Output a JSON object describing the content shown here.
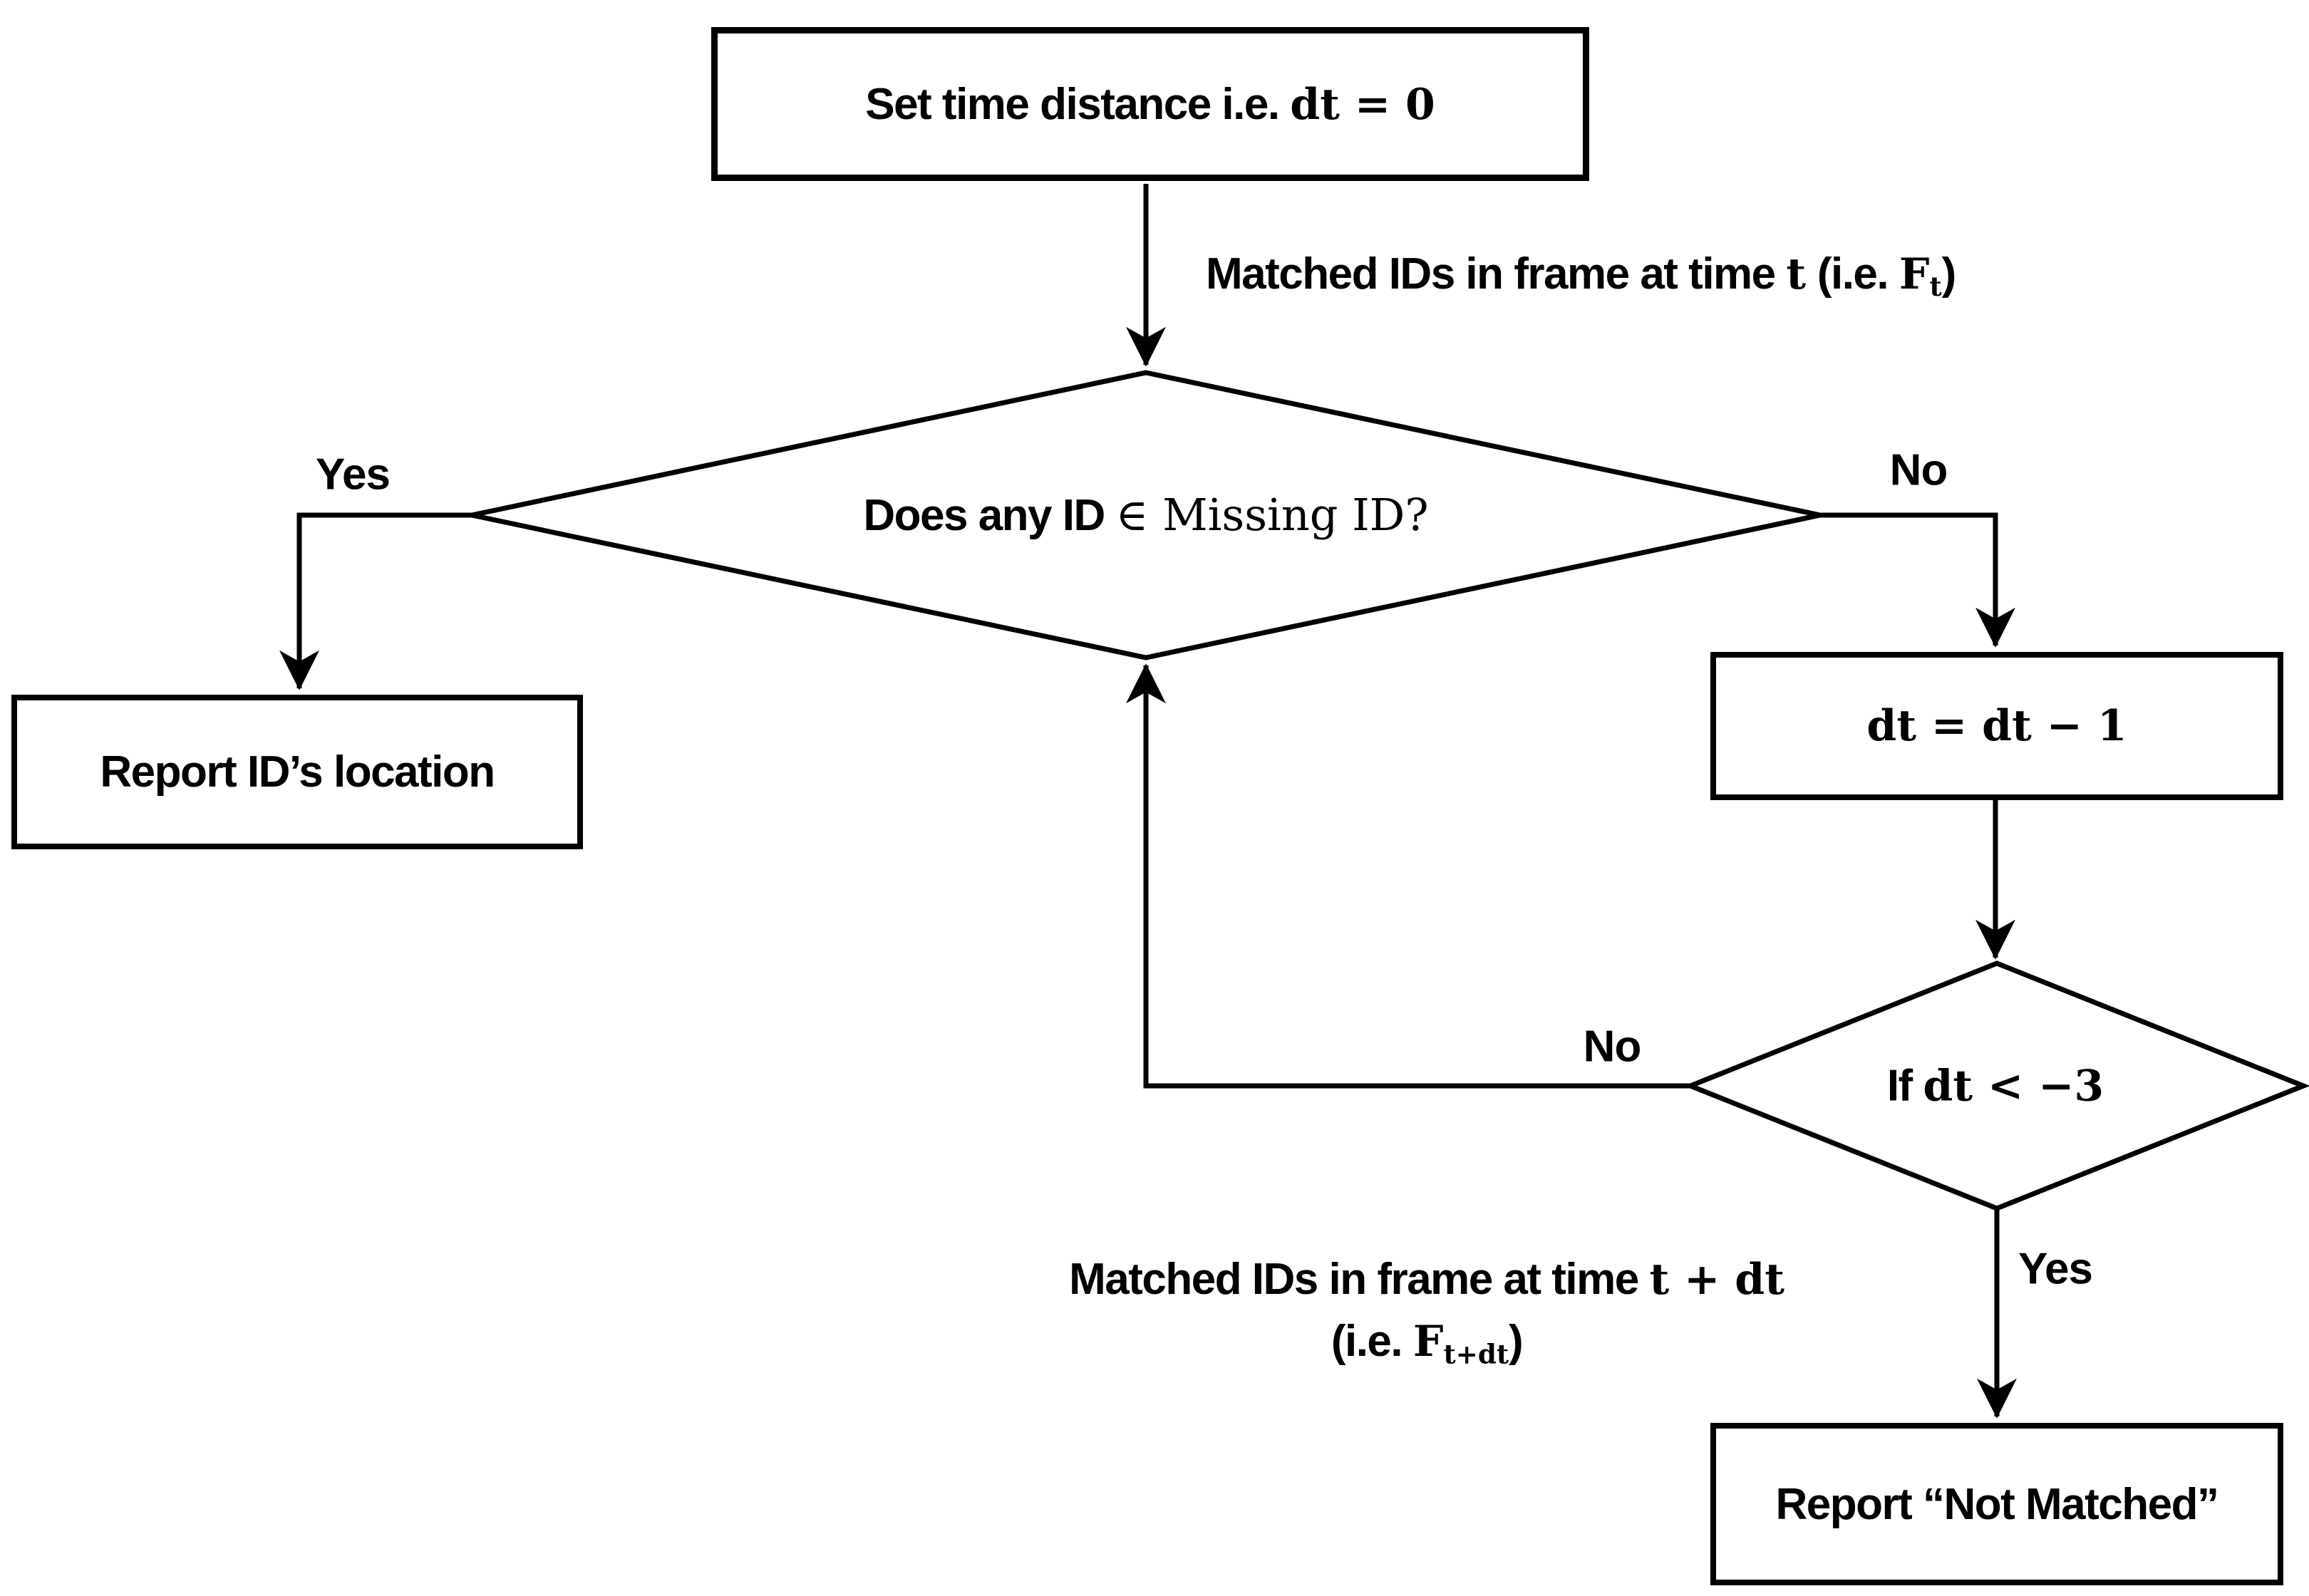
{
  "diagram": {
    "kind": "flowchart",
    "colors": {
      "ink": "#000000",
      "background": "#ffffff"
    }
  },
  "nodes": {
    "start": {
      "type": "process",
      "text_sans": "Set time distance i.e. ",
      "text_math": "dt = 0"
    },
    "decision1": {
      "type": "decision",
      "text_sans": "Does any ID ",
      "text_math": "∈ Missing ID?"
    },
    "report_location": {
      "type": "process",
      "text_sans": "Report ID’s location"
    },
    "decrement": {
      "type": "process",
      "text_math": "dt = dt − 1"
    },
    "decision2": {
      "type": "decision",
      "text_sans": "If ",
      "text_math": "dt < −3"
    },
    "report_not_matched": {
      "type": "process",
      "text_sans": "Report  “Not Matched”"
    }
  },
  "edge_labels": {
    "yes1": "Yes",
    "no1": "No",
    "no2": "No",
    "yes2": "Yes",
    "frame_t": {
      "sans1": "Matched IDs in frame at time ",
      "math1": "t",
      "sans2": " (i.e. ",
      "math_f": "F",
      "sub": "t",
      "sans3": ")"
    },
    "frame_t_dt": {
      "line1_sans": "Matched IDs in frame at time ",
      "line1_math": "t + dt",
      "line2_sans1": "(i.e. ",
      "line2_math_f": "F",
      "line2_sub": "t+dt",
      "line2_sans2": ")"
    }
  }
}
